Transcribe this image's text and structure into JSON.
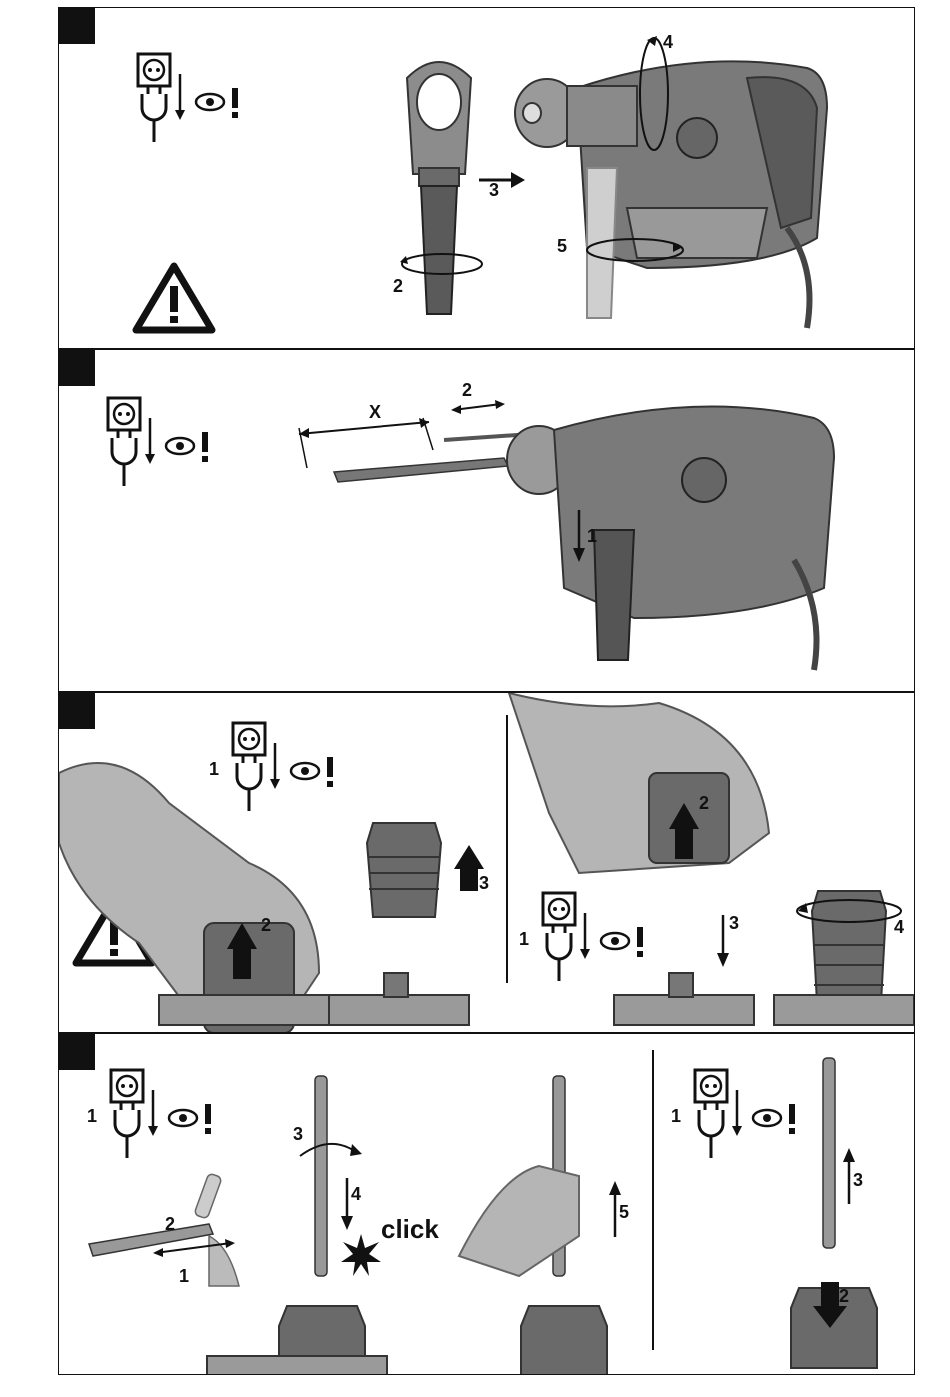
{
  "panels": [
    {
      "labels": {
        "l2": "2",
        "l3": "3",
        "l4": "4",
        "l5": "5"
      }
    },
    {
      "labels": {
        "x": "X",
        "l1": "1",
        "l2": "2"
      }
    },
    {
      "labels": {
        "a1": "1",
        "a2": "2",
        "a3": "3",
        "b1": "1",
        "b2": "2",
        "b3": "3",
        "b4": "4"
      }
    },
    {
      "labels": {
        "a1": "1",
        "a2": "2",
        "a1b": "1",
        "a3": "3",
        "a4": "4",
        "a5": "5",
        "b1": "1",
        "b2": "2",
        "b3": "3"
      },
      "click": "click"
    }
  ],
  "icons": {
    "unplug": "unplug-icon",
    "eye": "eye-icon",
    "warning": "warning-icon"
  },
  "colors": {
    "ink": "#111111",
    "tool_dark": "#5a5a5a",
    "tool_mid": "#8c8c8c",
    "tool_light": "#c4c4c4",
    "glove": "#b5b5b5"
  }
}
